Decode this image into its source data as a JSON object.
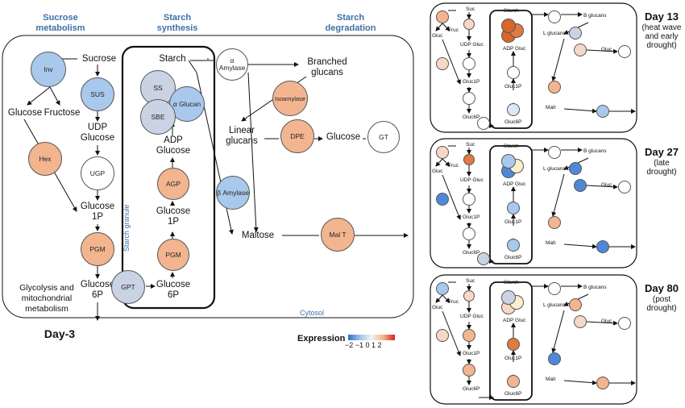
{
  "headers": {
    "sucrose": "Sucrose metabolism",
    "synthesis": "Starch synthesis",
    "degradation": "Starch degradation"
  },
  "main": {
    "day_label": "Day-3",
    "cytosol": "Cytosol",
    "starch_granule": "Starch granule",
    "metabolites": {
      "sucrose": "Sucrose",
      "glucose_left": "Glucose",
      "fructose": "Fructose",
      "udp_glucose": "UDP Glucose",
      "glucose_1p_left": "Glucose 1P",
      "glucose_6p_left": "Glucose 6P",
      "glycolysis": "Glycolysis and mitochondrial metabolism",
      "starch": "Starch",
      "adp_glucose": "ADP Glucose",
      "glucose_1p_mid": "Glucose 1P",
      "glucose_6p_mid": "Glucose 6P",
      "branched_glucans": "Branched glucans",
      "linear_glucans": "Linear glucans",
      "glucose_right": "Glucose",
      "maltose": "Maltose"
    },
    "enzymes": {
      "inv": {
        "label": "Inv",
        "color": "#a9c9ec"
      },
      "sus": {
        "label": "SUS",
        "color": "#a9c9ec"
      },
      "hex": {
        "label": "Hex",
        "color": "#f2b58f"
      },
      "ugp": {
        "label": "UGP",
        "color": "#ffffff"
      },
      "pgm_left": {
        "label": "PGM",
        "color": "#f2b58f"
      },
      "gpt": {
        "label": "GPT",
        "color": "#c9d3e3"
      },
      "ss": {
        "label": "SS",
        "color": "#c9d3e3"
      },
      "sbe": {
        "label": "SBE",
        "color": "#c9d3e3"
      },
      "a_glucan": {
        "label": "α Glucan",
        "color": "#a9c9ec"
      },
      "agp": {
        "label": "AGP",
        "color": "#f2b58f"
      },
      "pgm_mid": {
        "label": "PGM",
        "color": "#f2b58f"
      },
      "a_amylase": {
        "label": "α Amylase",
        "color": "#ffffff"
      },
      "isoamylase": {
        "label": "Isoamylase",
        "color": "#f2b58f"
      },
      "dpe": {
        "label": "DPE",
        "color": "#f2b58f"
      },
      "gt": {
        "label": "GT",
        "color": "#ffffff"
      },
      "b_amylase": {
        "label": "β Amylase",
        "color": "#a9c9ec"
      },
      "malt": {
        "label": "Mal T",
        "color": "#f2b58f"
      }
    }
  },
  "legend": {
    "title": "Expression",
    "ticks": "−2 −1  0  1  2"
  },
  "panels": [
    {
      "day": "Day 13",
      "desc": "(heat wave and early drought)",
      "colors": {
        "inv": "#f2b58f",
        "sus": "#f7d8c6",
        "hex": "#f7d8c6",
        "ugp": "#ffffff",
        "pgm_l": "#ffffff",
        "gpt": "#ffffff",
        "ss": "#d9642c",
        "sbe": "#d9642c",
        "aglu": "#e07a42",
        "agp": "#ffffff",
        "pgm_m": "#dde8f6",
        "aamy": "#ffffff",
        "iso": "#c9d3e3",
        "dpe": "#f7d8c6",
        "gt": "#ffffff",
        "bamy": "#f2b58f",
        "malt": "#a9c9ec"
      }
    },
    {
      "day": "Day 27",
      "desc": "(late drought)",
      "colors": {
        "inv": "#f7d8c6",
        "sus": "#e07a42",
        "hex": "#4f88d6",
        "ugp": "#ffffff",
        "pgm_l": "#ffffff",
        "gpt": "#c9d3e3",
        "ss": "#4f88d6",
        "sbe": "#a9c9ec",
        "aglu": "#faf0cc",
        "agp": "#a9c9ec",
        "pgm_m": "#a9c9ec",
        "aamy": "#ffffff",
        "iso": "#4f88d6",
        "dpe": "#4f88d6",
        "gt": "#ffffff",
        "bamy": "#f2b58f",
        "malt": "#4f88d6"
      }
    },
    {
      "day": "Day 80",
      "desc": "(post drought)",
      "colors": {
        "inv": "#a9c9ec",
        "sus": "#f7d8c6",
        "hex": "#f7d8c6",
        "ugp": "#ffffff",
        "pgm_l": "#f2b58f",
        "gpt": "",
        "ss": "#f7d8c6",
        "sbe": "#c9d3e3",
        "aglu": "#faf0cc",
        "agp": "#e07a42",
        "pgm_m": "#f2b58f",
        "aamy": "#ffffff",
        "iso": "#f2b58f",
        "dpe": "#f7d8c6",
        "gt": "#ffffff",
        "bamy": "#4f88d6",
        "malt": "#f2b58f"
      }
    }
  ],
  "mini_labels": {
    "suc": "Suc",
    "gluc": "Gluc",
    "fruc": "Fruc",
    "udp_gluc": "UDP Gluc",
    "gluc1p": "Gluc1P",
    "gluc6p": "Gluc6P",
    "starch": "Starch",
    "adp_gluc": "ADP Gluc",
    "b_glucans": "B glucans",
    "l_glucans": "L glucans",
    "malt": "Malt"
  }
}
